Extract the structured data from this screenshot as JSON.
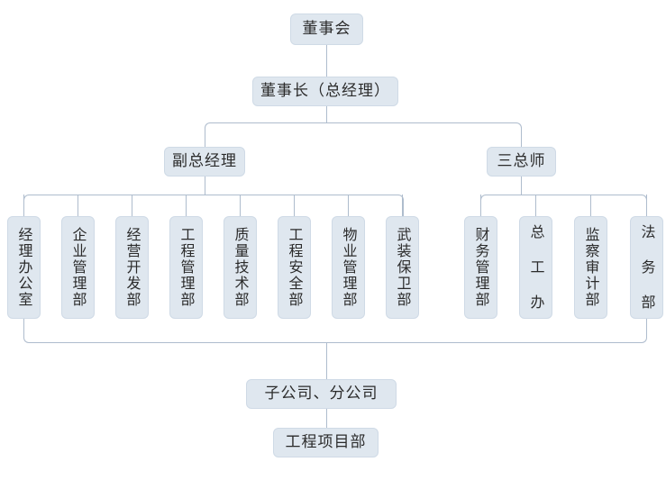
{
  "chart": {
    "type": "org-chart",
    "title": "",
    "palette": {
      "node_fill": "#dfe7ef",
      "node_border": "#cfdae6",
      "connector": "#aebccd",
      "text": "#2b2b2b",
      "background": "#ffffff"
    },
    "levels": {
      "level1": {
        "label": "董事会"
      },
      "level2": {
        "label": "董事长（总经理）"
      },
      "level3": [
        {
          "label": "副总经理"
        },
        {
          "label": "三总师"
        }
      ],
      "level4_left": [
        {
          "label": "经理办公室"
        },
        {
          "label": "企业管理部"
        },
        {
          "label": "经营开发部"
        },
        {
          "label": "工程管理部"
        },
        {
          "label": "质量技术部"
        },
        {
          "label": "工程安全部"
        },
        {
          "label": "物业管理部"
        },
        {
          "label": "武装保卫部"
        }
      ],
      "level4_right": [
        {
          "label": "财务管理部"
        },
        {
          "label": "总 工 办"
        },
        {
          "label": "监察审计部"
        },
        {
          "label": "法 务 部"
        }
      ],
      "level5": {
        "label": "子公司、分公司"
      },
      "level6": {
        "label": "工程项目部"
      }
    }
  }
}
